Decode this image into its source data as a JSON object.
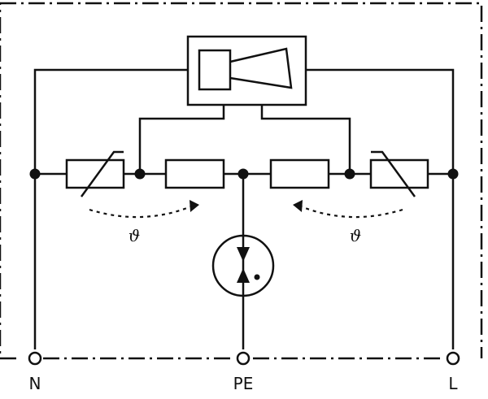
{
  "terminals": {
    "n_label": "N",
    "pe_label": "PE",
    "l_label": "L"
  },
  "thermal": {
    "left_symbol": "ϑ",
    "right_symbol": "ϑ"
  },
  "colors": {
    "line": "#111111",
    "background": "#ffffff"
  }
}
